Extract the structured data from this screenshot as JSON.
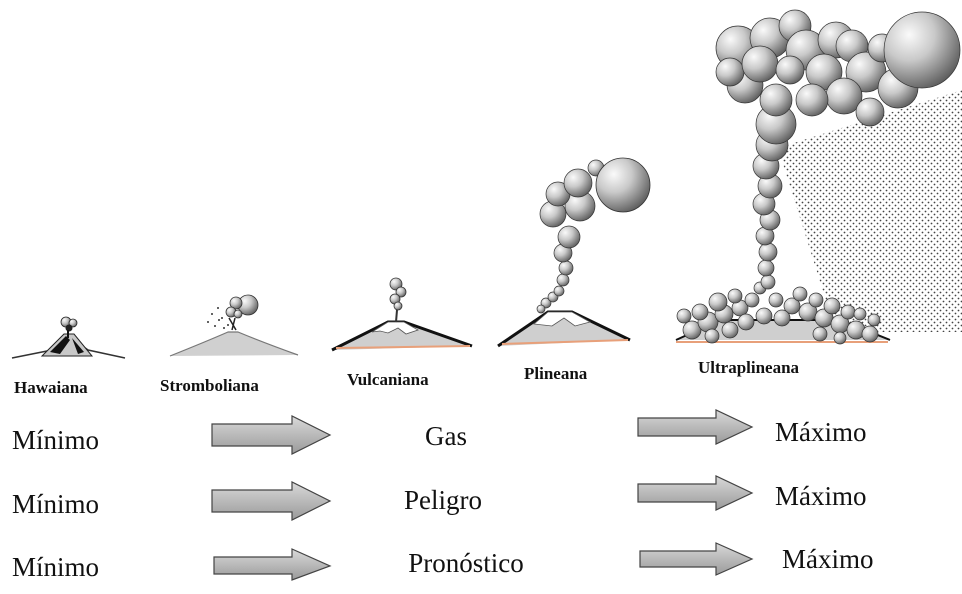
{
  "eruption_types": [
    {
      "name": "Hawaiana"
    },
    {
      "name": "Stromboliana"
    },
    {
      "name": "Vulcaniana"
    },
    {
      "name": "Plineana"
    },
    {
      "name": "Ultraplineana"
    }
  ],
  "scales": [
    {
      "min_label": "Mínimo",
      "factor": "Gas",
      "max_label": "Máximo"
    },
    {
      "min_label": "Mínimo",
      "factor": "Peligro",
      "max_label": "Máximo"
    },
    {
      "min_label": "Mínimo",
      "factor": "Pronóstico",
      "max_label": "Máximo"
    }
  ],
  "colors": {
    "sphere_light": "#f4f4f4",
    "sphere_dark": "#6e6e6e",
    "arrow_fill": "#b5b5b5",
    "cone_fill": "#c8c8c8",
    "lava_orange": "#e8a07a",
    "ash_dots": "#444444"
  },
  "icons": {
    "arrow": "right-arrow-icon",
    "volcano": "volcano-icon"
  }
}
